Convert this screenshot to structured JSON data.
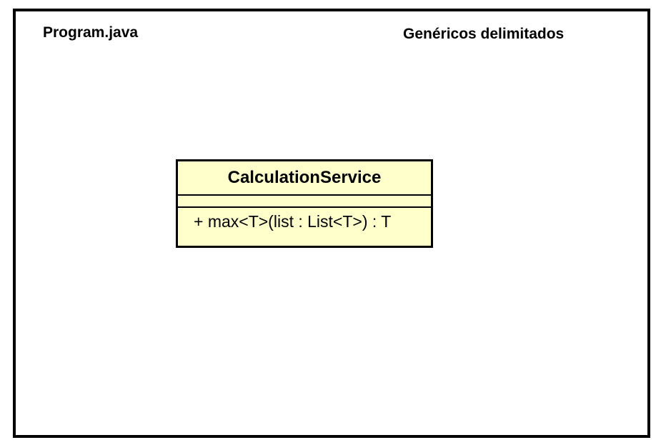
{
  "frame": {
    "left_title": "Program.java",
    "right_title": "Genéricos delimitados",
    "border_color": "#000000"
  },
  "uml_class": {
    "name": "CalculationService",
    "attributes": [],
    "operations": [
      "+ max<T>(list : List<T>) : T"
    ],
    "fill_color": "#ffffcc",
    "border_color": "#000000"
  }
}
